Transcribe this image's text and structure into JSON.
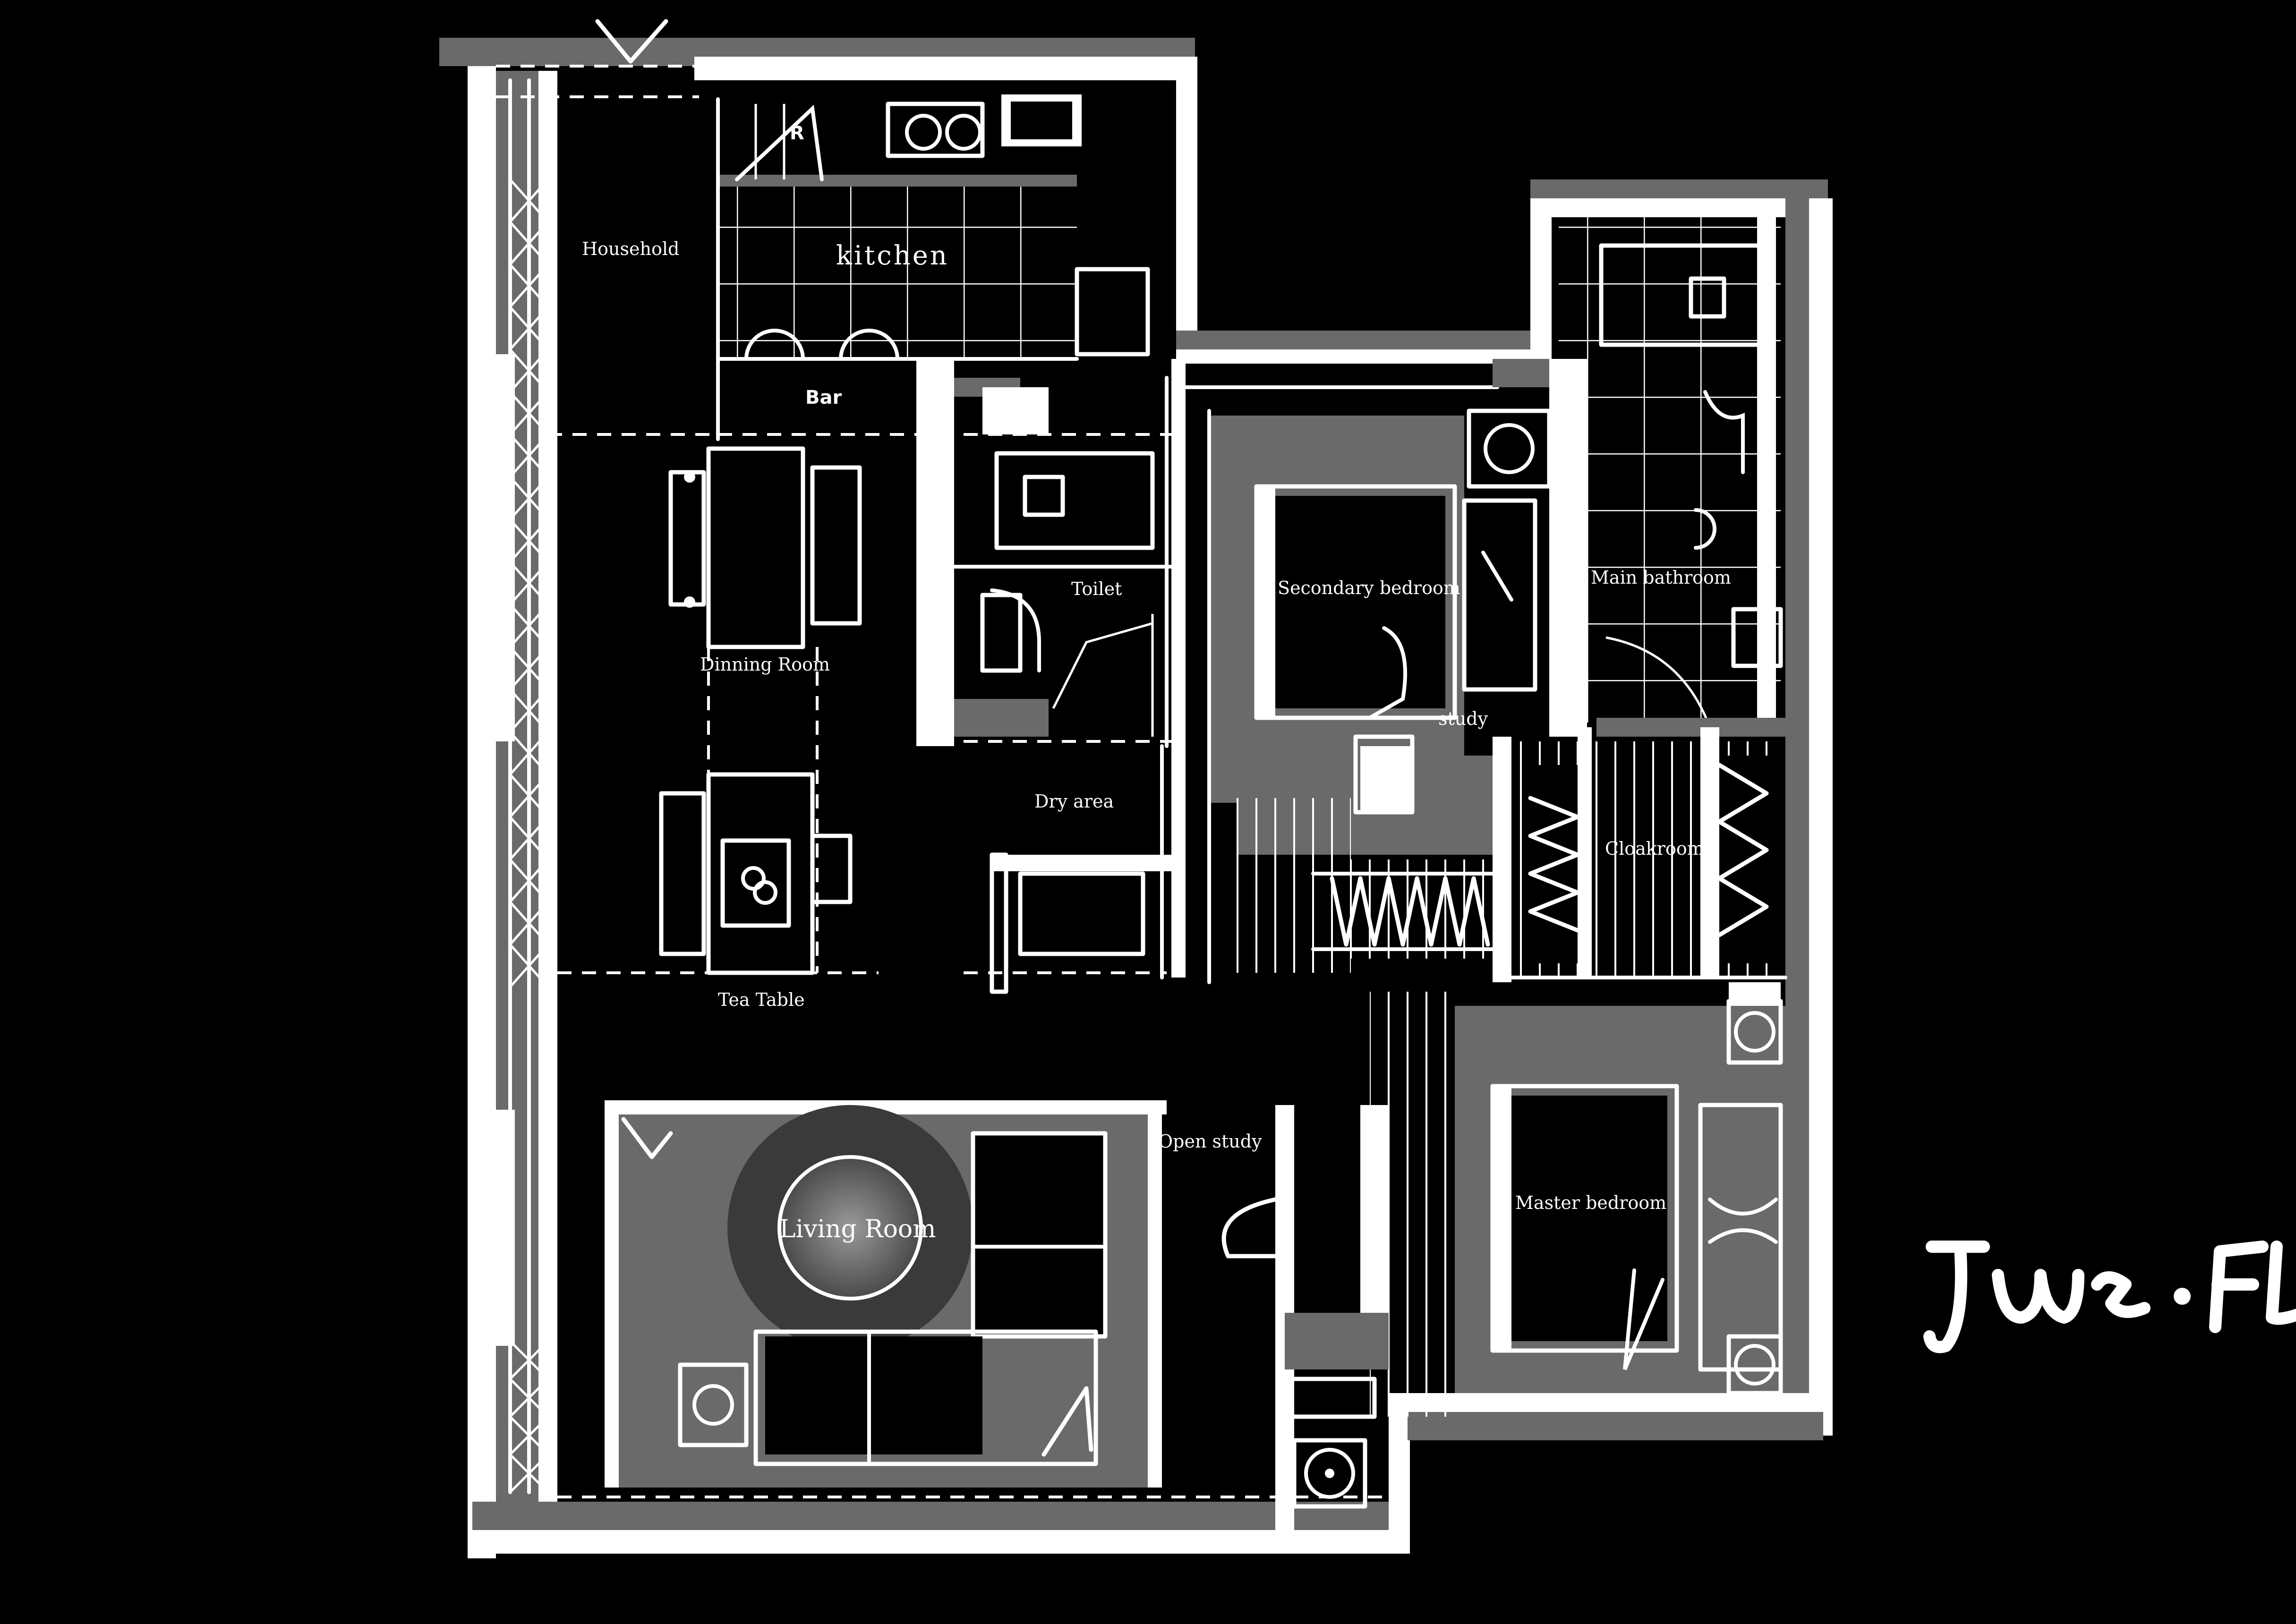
{
  "rooms": {
    "household": "Household",
    "kitchen": "kitchen",
    "bar": "Bar",
    "dining_room": "Dinning Room",
    "toilet": "Toilet",
    "secondary_bedroom": "Secondary bedroom",
    "main_bathroom": "Main bathroom",
    "study": "study",
    "dry_area": "Dry area",
    "cloakroom": "Cloakroom",
    "tea_table": "Tea Table",
    "living_room": "Living Room",
    "open_study": "Open study",
    "master_bedroom": "Master bedroom"
  },
  "markers": {
    "stair_direction": "R"
  },
  "signature": "Jwe .FL",
  "colors": {
    "background": "#000000",
    "lines": "#ffffff",
    "shade": "#6a6a6a"
  }
}
